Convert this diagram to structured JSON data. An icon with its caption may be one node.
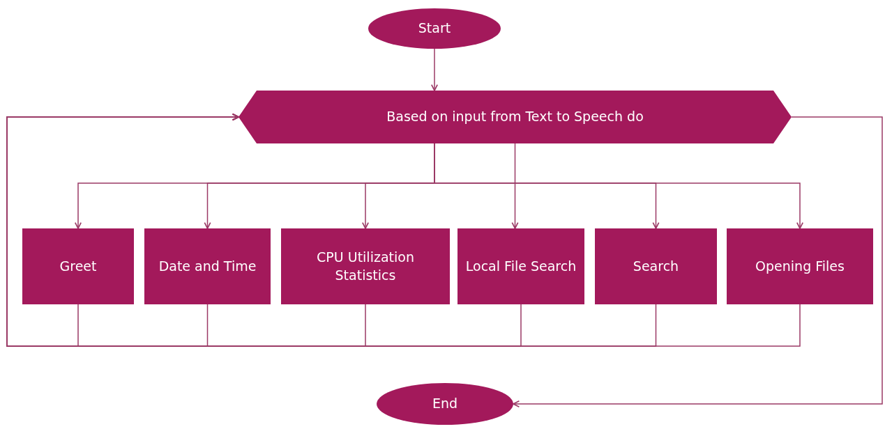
{
  "diagram": {
    "nodes": [
      {
        "text": [
          "Start"
        ]
      },
      {
        "text": [
          "Based on input from Text to Speech do"
        ]
      },
      {
        "text": [
          "Greet"
        ]
      },
      {
        "text": [
          "Date and Time"
        ]
      },
      {
        "text": [
          "CPU Utilization Statistics"
        ]
      },
      {
        "text": [
          "Local File Search"
        ]
      },
      {
        "text": [
          "Search"
        ]
      },
      {
        "text": [
          "Opening Files"
        ]
      },
      {
        "text": [
          "End"
        ]
      }
    ],
    "edges": [
      {
        "from": 0,
        "to": 1,
        "arrow": "to"
      },
      {
        "from": 1,
        "to": 2,
        "arrow": "to"
      },
      {
        "from": 1,
        "to": 3,
        "arrow": "to"
      },
      {
        "from": 1,
        "to": 4,
        "arrow": "to"
      },
      {
        "from": 1,
        "to": 5,
        "arrow": "to"
      },
      {
        "from": 1,
        "to": 6,
        "arrow": "to"
      },
      {
        "from": 1,
        "to": 7,
        "arrow": "to"
      },
      {
        "from": 2,
        "to": 1,
        "arrow": "to"
      },
      {
        "from": 3,
        "to": 1,
        "arrow": "to"
      },
      {
        "from": 4,
        "to": 1,
        "arrow": "to"
      },
      {
        "from": 5,
        "to": 1,
        "arrow": "to"
      },
      {
        "from": 6,
        "to": 1,
        "arrow": "to"
      },
      {
        "from": 7,
        "to": 1,
        "arrow": "to"
      },
      {
        "from": 1,
        "to": 8,
        "arrow": "to"
      }
    ]
  }
}
